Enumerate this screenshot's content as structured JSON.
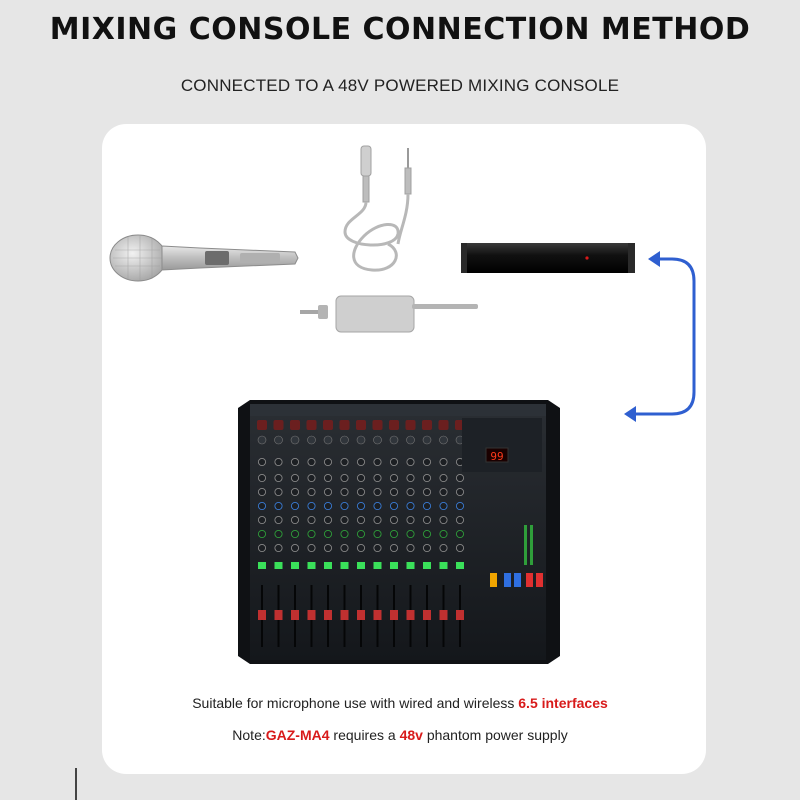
{
  "header": {
    "title": "MIXING CONSOLE CONNECTION METHOD",
    "subtitle": "CONNECTED TO A 48V POWERED MIXING CONSOLE"
  },
  "mixer": {
    "display_value": "99"
  },
  "caption_line1": {
    "text": "Suitable for microphone use with wired and wireless ",
    "highlight": "6.5 interfaces"
  },
  "caption_line2": {
    "prefix": "Note:",
    "model": "GAZ-MA4",
    "middle": " requires a ",
    "voltage": "48v",
    "suffix": " phantom power supply"
  },
  "colors": {
    "arrow": "#2f5fd0",
    "highlight": "#d81a1a",
    "phantom_box": "#111111"
  }
}
